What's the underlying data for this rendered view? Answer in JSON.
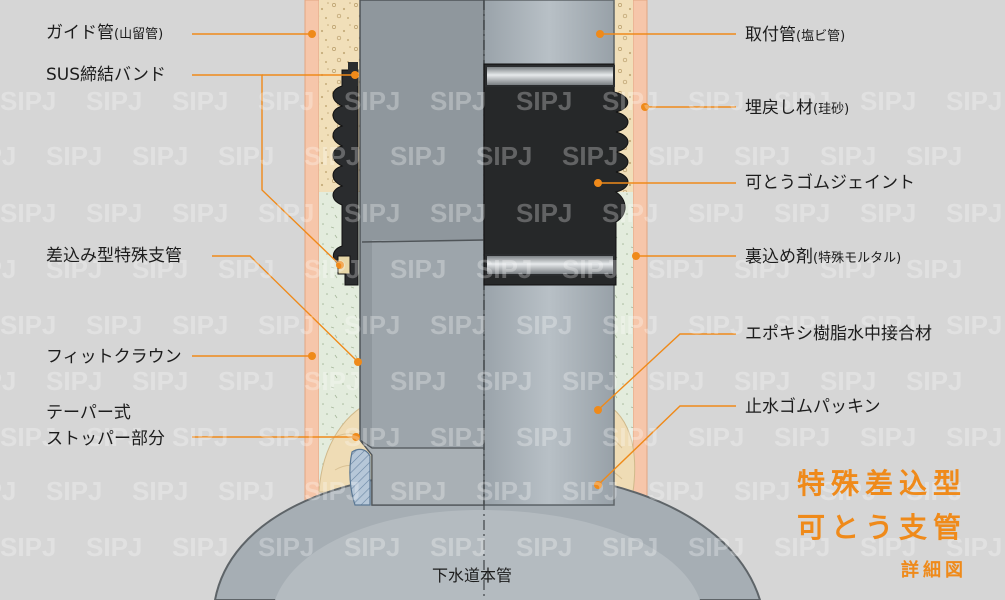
{
  "labels_left": [
    {
      "main": "ガイド管",
      "sub": "(山留管)"
    },
    {
      "main": "SUS締結バンド",
      "sub": ""
    },
    {
      "main": "差込み型特殊支管",
      "sub": ""
    },
    {
      "main": "フィットクラウン",
      "sub": ""
    },
    {
      "main": "テーパー式",
      "sub": ""
    },
    {
      "main": "ストッパー部分",
      "sub": ""
    }
  ],
  "labels_right": [
    {
      "main": "取付管",
      "sub": "(塩ビ管)"
    },
    {
      "main": "埋戻し材",
      "sub": "(珪砂)"
    },
    {
      "main": "可とうゴムジェイント",
      "sub": ""
    },
    {
      "main": "裏込め剤",
      "sub": "(特殊モルタル)"
    },
    {
      "main": "エポキシ樹脂水中接合材",
      "sub": ""
    },
    {
      "main": "止水ゴムパッキン",
      "sub": ""
    }
  ],
  "main_pipe_label": "下水道本管",
  "title": {
    "line1": "特殊差込型",
    "line2": "可とう支管",
    "line3": "詳細図"
  },
  "watermark": "SIPJ",
  "colors": {
    "accent": "#ef8a1a",
    "background": "#d6d6d6"
  }
}
